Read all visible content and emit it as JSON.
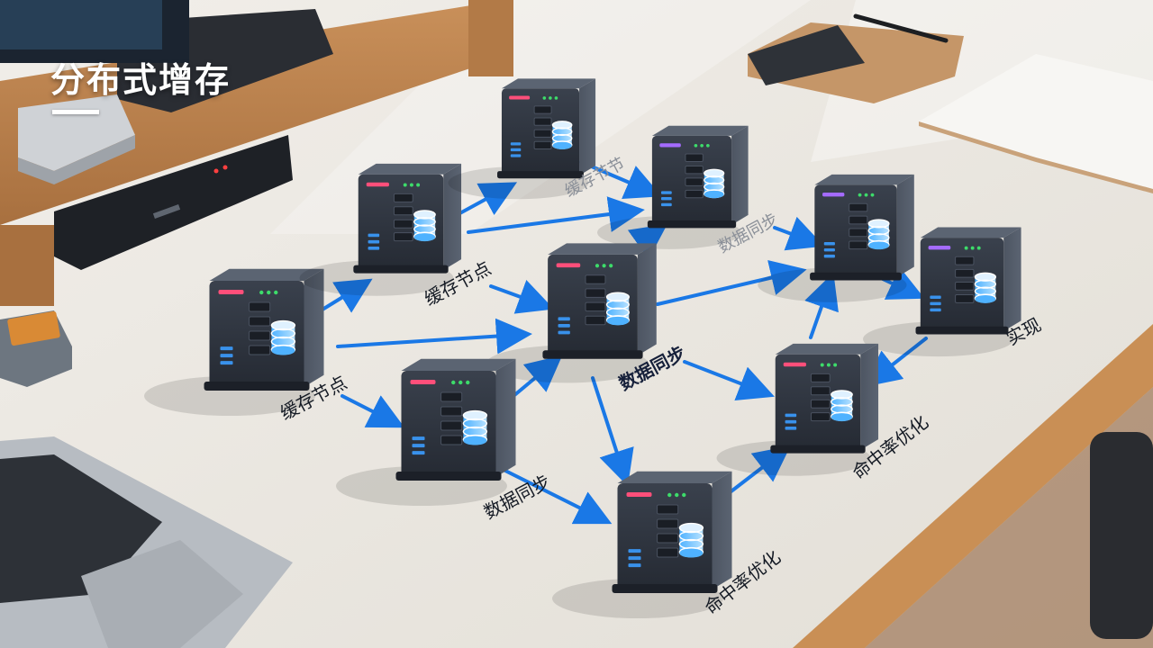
{
  "slide": {
    "title": "分布式增存"
  },
  "labels": {
    "cache_node_left": "缓存节点",
    "cache_node_mid": "缓存节点",
    "cache_node_top_faint": "缓存节节",
    "data_sync_top": "数据同步",
    "data_sync_center": "数据同步",
    "data_sync_bottom": "数据同步",
    "hit_rate_bottom": "命中率优化",
    "hit_rate_right": "命中率优化",
    "implement": "实现"
  },
  "colors": {
    "arrow": "#1a78e6",
    "server_body": "#2f3540",
    "server_led_blue": "#3b9cff",
    "server_led_pink": "#ff4f7a",
    "server_led_green": "#3ddc6a",
    "desk": "#ebe7e0"
  }
}
